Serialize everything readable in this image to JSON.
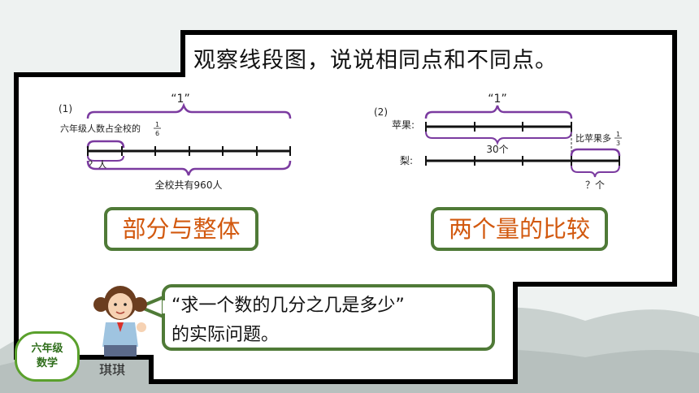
{
  "title": "观察线段图，说说相同点和不同点。",
  "diagram1": {
    "index": "(1)",
    "top_label": "“1”",
    "fraction_caption_prefix": "六年级人数占全校的",
    "fraction_num": "1",
    "fraction_den": "6",
    "part_label": "？人",
    "bottom_label": "全校共有960人"
  },
  "diagram2": {
    "index": "(2)",
    "top_label": "“1”",
    "apple_label": "苹果:",
    "pear_label": "梨:",
    "count_label": "30个",
    "compare_prefix": "比苹果多",
    "compare_num": "1",
    "compare_den": "3",
    "extra_label": "？个"
  },
  "tags": {
    "part_whole": "部分与整体",
    "compare": "两个量的比较"
  },
  "bubble": {
    "line1": "“求一个数的几分之几是多少”",
    "line2": "的实际问题。"
  },
  "badge": {
    "line1": "六年级",
    "line2": "数学"
  },
  "kid_name": "琪琪"
}
